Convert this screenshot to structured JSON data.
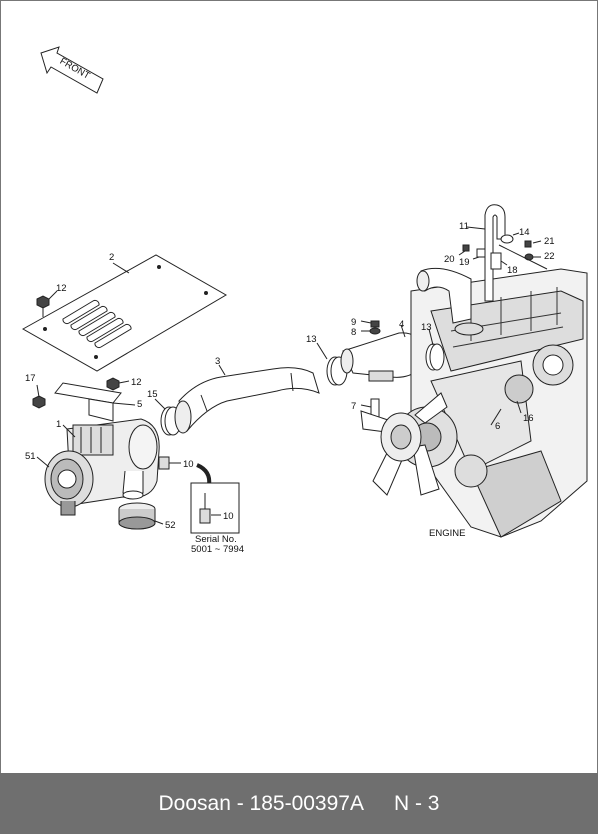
{
  "direction_label": "FRONT",
  "engine_label": "ENGINE",
  "serial": {
    "line1": "Serial No.",
    "line2": "5001 ~ 7994",
    "part": "10"
  },
  "callouts": {
    "c1": "1",
    "c2": "2",
    "c3": "3",
    "c4": "4",
    "c5": "5",
    "c6": "6",
    "c7": "7",
    "c8": "8",
    "c9": "9",
    "c10": "10",
    "c11": "11",
    "c12a": "12",
    "c12b": "12",
    "c13a": "13",
    "c13b": "13",
    "c14": "14",
    "c15": "15",
    "c16": "16",
    "c17": "17",
    "c18": "18",
    "c19": "19",
    "c20": "20",
    "c21": "21",
    "c22": "22",
    "c51": "51",
    "c52": "52"
  },
  "footer": {
    "doc": "Doosan - 185-00397A",
    "page": "N - 3"
  }
}
